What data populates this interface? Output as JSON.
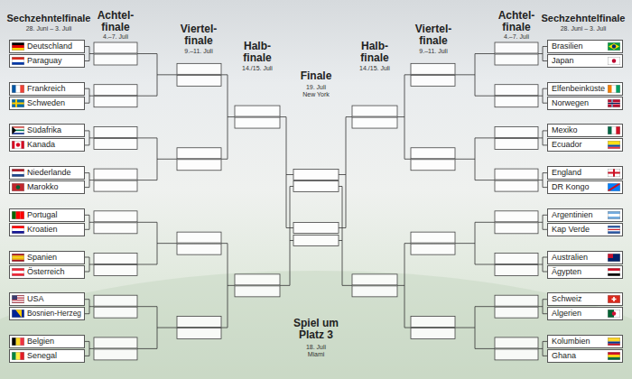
{
  "diagram": {
    "nodes": [
      {
        "text": [
          "Deutschland"
        ]
      },
      {
        "text": [
          "Paraguay"
        ]
      },
      {
        "text": [
          "Frankreich"
        ]
      },
      {
        "text": [
          "Schweden"
        ]
      },
      {
        "text": [
          "Südafrika"
        ]
      },
      {
        "text": [
          "Kanada"
        ]
      },
      {
        "text": [
          "Niederlande"
        ]
      },
      {
        "text": [
          "Marokko"
        ]
      },
      {
        "text": [
          "Portugal"
        ]
      },
      {
        "text": [
          "Kroatien"
        ]
      },
      {
        "text": [
          "Spanien"
        ]
      },
      {
        "text": [
          "Österreich"
        ]
      },
      {
        "text": [
          "USA"
        ]
      },
      {
        "text": [
          "Bosnien-Herzeg"
        ]
      },
      {
        "text": [
          "Belgien"
        ]
      },
      {
        "text": [
          "Senegal"
        ]
      },
      {
        "text": [
          "Brasilien"
        ]
      },
      {
        "text": [
          "Japan"
        ]
      },
      {
        "text": [
          "Elfenbeinküste"
        ]
      },
      {
        "text": [
          "Norwegen"
        ]
      },
      {
        "text": [
          "Mexiko"
        ]
      },
      {
        "text": [
          "Ecuador"
        ]
      },
      {
        "text": [
          "England"
        ]
      },
      {
        "text": [
          "DR Kongo"
        ]
      },
      {
        "text": [
          "Argentinien"
        ]
      },
      {
        "text": [
          "Kap Verde"
        ]
      },
      {
        "text": [
          "Australien"
        ]
      },
      {
        "text": [
          "Ägypten"
        ]
      },
      {
        "text": [
          "Schweiz"
        ]
      },
      {
        "text": [
          "Algerien"
        ]
      },
      {
        "text": [
          "Kolumbien"
        ]
      },
      {
        "text": [
          "Ghana"
        ]
      }
    ],
    "labels": [
      "Sechzehntelfinale",
      "28. Juni – 3. Juli",
      "Achtel- finale",
      "4.–7. Juli",
      "Viertel- finale",
      "9.–11. Juli",
      "Halb- finale",
      "14./15. Juli",
      "Finale",
      "19. Juli",
      "New York",
      "Spiel um Platz 3",
      "18. Juli",
      "Miami",
      "Halb- finale",
      "14./15. Juli",
      "Viertel- finale",
      "9.–11. Juli",
      "Achtel- finale",
      "4.–7. Juli",
      "Sechzehntelfinale",
      "28. Juni – 3. Juli"
    ]
  }
}
